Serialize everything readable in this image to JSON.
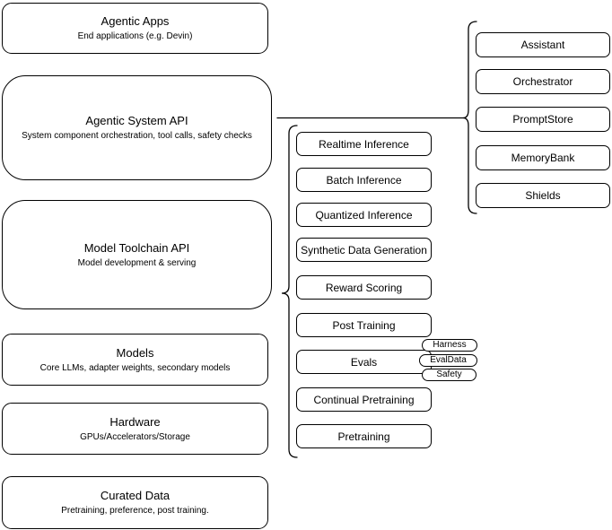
{
  "diagram": {
    "left_stack": [
      {
        "title": "Agentic Apps",
        "subtitle": "End applications (e.g. Devin)"
      },
      {
        "title": "Agentic System API",
        "subtitle": "System component orchestration, tool calls, safety checks"
      },
      {
        "title": "Model Toolchain API",
        "subtitle": "Model development & serving"
      },
      {
        "title": "Models",
        "subtitle": "Core LLMs, adapter weights, secondary models"
      },
      {
        "title": "Hardware",
        "subtitle": "GPUs/Accelerators/Storage"
      },
      {
        "title": "Curated Data",
        "subtitle": "Pretraining, preference, post training."
      }
    ],
    "toolchain_stack": [
      "Realtime Inference",
      "Batch Inference",
      "Quantized Inference",
      "Synthetic Data Generation",
      "Reward Scoring",
      "Post Training",
      "Evals",
      "Continual Pretraining",
      "Pretraining"
    ],
    "system_components": [
      "Assistant",
      "Orchestrator",
      "PromptStore",
      "MemoryBank",
      "Shields"
    ],
    "eval_pills": [
      "Harness",
      "EvalData",
      "Safety"
    ],
    "colors": {
      "stroke": "#000000",
      "background": "#ffffff",
      "text": "#000000"
    }
  }
}
